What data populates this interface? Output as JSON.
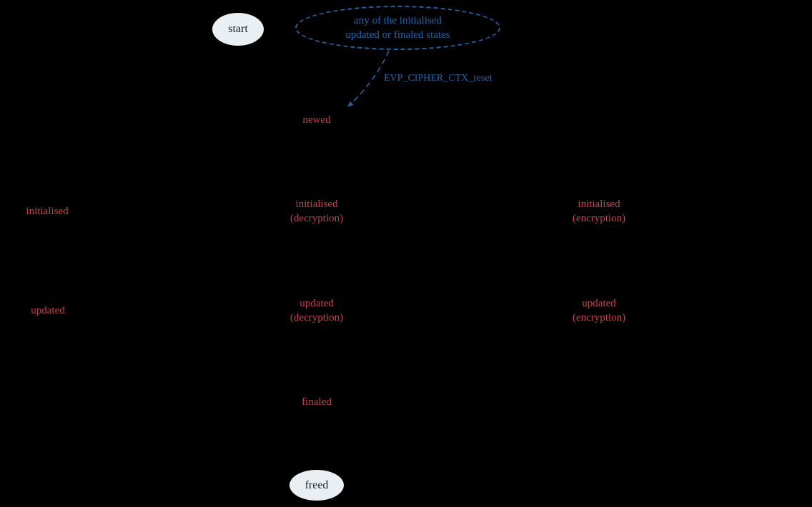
{
  "diagram": {
    "kind": "state-diagram",
    "colors": {
      "background": "#000000",
      "state_text": "#c5414e",
      "accent_blue": "#2264a3",
      "terminal_fill": "#e9eff3",
      "terminal_text": "#131d29"
    },
    "nodes": {
      "start": {
        "label": "start"
      },
      "any_state": {
        "line1": "any of the initialised",
        "line2": "updated or finaled states"
      },
      "newed": {
        "label": "newed"
      },
      "initialised": {
        "label": "initialised"
      },
      "initialised_decryption": {
        "line1": "initialised",
        "line2": "(decryption)"
      },
      "initialised_encryption": {
        "line1": "initialised",
        "line2": "(encryption)"
      },
      "updated": {
        "label": "updated"
      },
      "updated_decryption": {
        "line1": "updated",
        "line2": "(decryption)"
      },
      "updated_encryption": {
        "line1": "updated",
        "line2": "(encryption)"
      },
      "finaled": {
        "label": "finaled"
      },
      "freed": {
        "label": "freed"
      }
    },
    "edges": {
      "reset": {
        "label": "EVP_CIPHER_CTX_reset"
      }
    }
  }
}
